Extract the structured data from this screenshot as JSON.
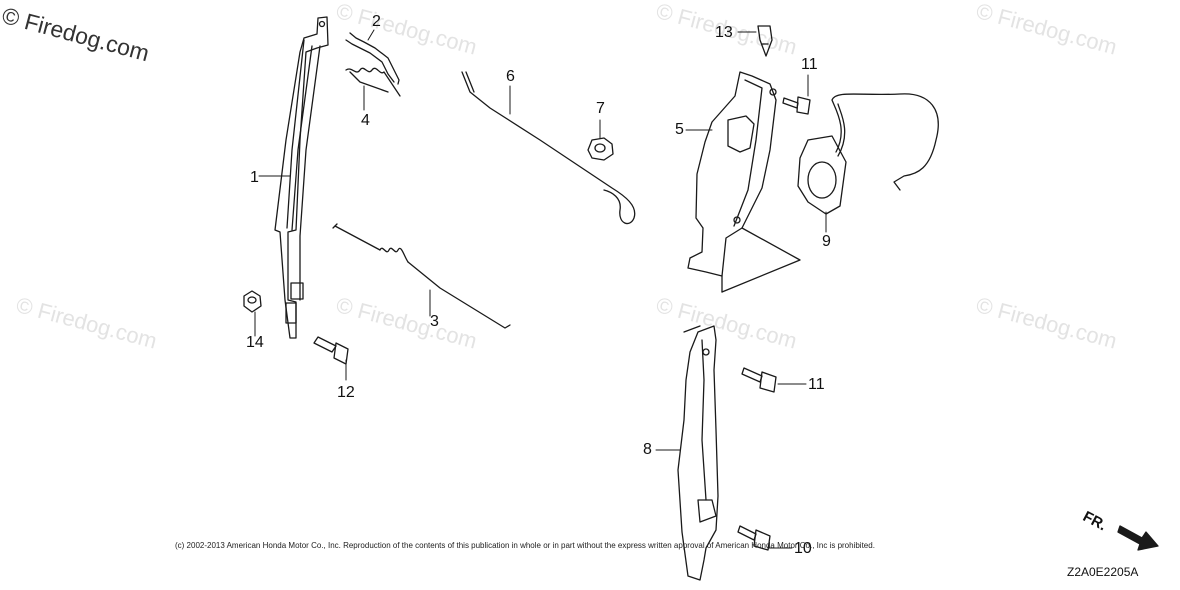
{
  "watermark": {
    "main": "© Firedog.com",
    "tile": "© Firedog.com"
  },
  "callouts": {
    "c1": "1",
    "c2": "2",
    "c3": "3",
    "c4": "4",
    "c5": "5",
    "c6": "6",
    "c7": "7",
    "c8": "8",
    "c9": "9",
    "c10": "10",
    "c11a": "11",
    "c11b": "11",
    "c12": "12",
    "c13": "13",
    "c14": "14"
  },
  "footer": {
    "copyright": "(c) 2002-2013 American Honda Motor Co., Inc. Reproduction of the contents of this publication in whole or in part without the express written approval of American Honda Motor Co., Inc is prohibited.",
    "diagram_code": "Z2A0E2205A",
    "direction_label": "FR."
  },
  "colors": {
    "line": "#1a1a1a",
    "watermark": "#e3e3e3"
  }
}
